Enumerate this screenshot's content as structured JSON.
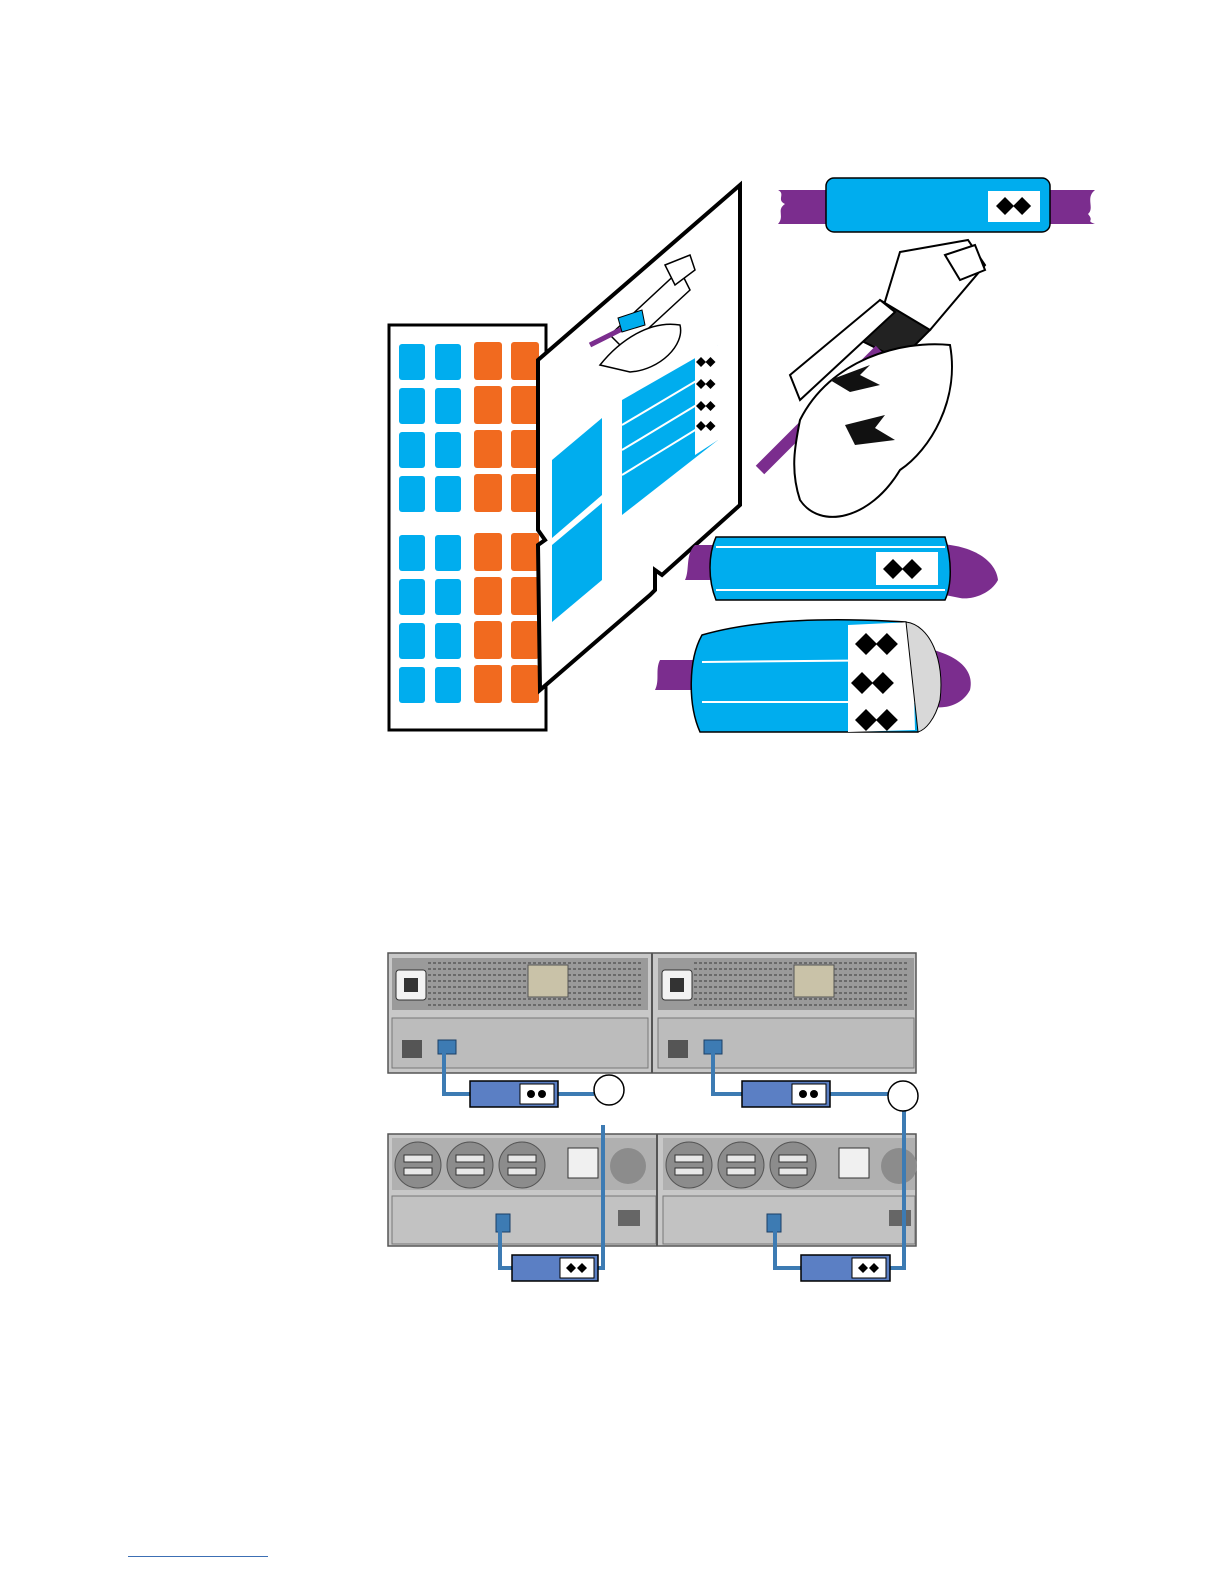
{
  "colors": {
    "label_blue": "#00adee",
    "label_orange": "#f16a1f",
    "cable_purple": "#7b2d8e",
    "slate_blue": "#5b7fc4",
    "chassis_gray": "#bdbdbd",
    "cable_line": "#3d7bb3",
    "footer_rule": "#3c6fb4"
  },
  "label_sheet": {
    "blue_label_rows": 8,
    "orange_label_rows": 8,
    "columns_per_color": 2
  },
  "label_symbol": "diamond-pair",
  "diagram": {
    "controller_shelves": 1,
    "drive_shelves": 1,
    "cabled_connections": 2
  }
}
